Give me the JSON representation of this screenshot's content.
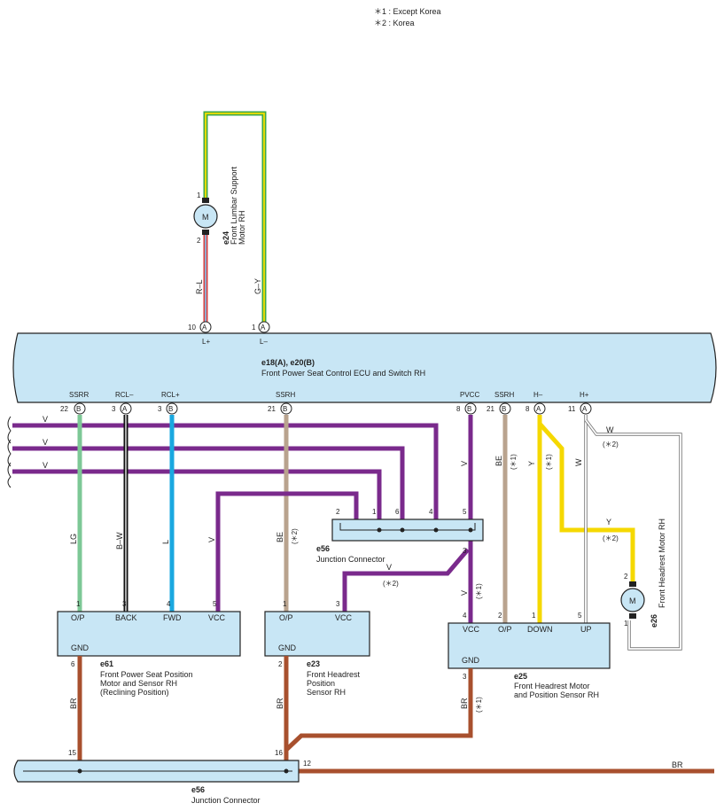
{
  "legend": {
    "note1": "＊1 : Except Korea",
    "note2": "＊2 : Korea"
  },
  "colors": {
    "ecu_fill": "#c8e6f5",
    "wire_violet": "#7a2a8c",
    "wire_lightgreen": "#7dc896",
    "wire_blue": "#1aa8e0",
    "wire_beige": "#b9a38e",
    "wire_yellow": "#f5d800",
    "wire_brown": "#a8502e",
    "wire_black": "#111111"
  },
  "lumbar_motor": {
    "code": "e24",
    "name_line1": "Front Lumbar Support",
    "name_line2": "Motor RH",
    "symbol": "M",
    "pin_top": "1",
    "pin_bottom": "2",
    "wire_left": "R–L",
    "wire_right": "G–Y"
  },
  "ecu": {
    "code": "e18(A), e20(B)",
    "name": "Front Power Seat Control ECU and Switch RH",
    "top_pins": [
      {
        "num": "10",
        "conn": "A",
        "label": "L+"
      },
      {
        "num": "1",
        "conn": "A",
        "label": "L–"
      }
    ],
    "bottom_pins": [
      {
        "num": "22",
        "conn": "B",
        "label": "SSRR"
      },
      {
        "num": "3",
        "conn": "A",
        "label": "RCL–"
      },
      {
        "num": "3",
        "conn": "B",
        "label": "RCL+"
      },
      {
        "num": "21",
        "conn": "B",
        "label": "SSRH"
      },
      {
        "num": "8",
        "conn": "B",
        "label": "PVCC"
      },
      {
        "num": "21",
        "conn": "B",
        "label": "SSRH"
      },
      {
        "num": "8",
        "conn": "A",
        "label": "H–"
      },
      {
        "num": "11",
        "conn": "A",
        "label": "H+"
      }
    ]
  },
  "wire_labels": {
    "v": "V",
    "lg": "LG",
    "bw": "B–W",
    "l": "L",
    "be": "BE",
    "y": "Y",
    "w": "W",
    "br": "BR",
    "note1": "(＊1)",
    "note2": "(＊2)"
  },
  "junction_mid": {
    "code": "e56",
    "name": "Junction Connector",
    "pins": [
      "2",
      "1",
      "6",
      "4",
      "5",
      "3"
    ]
  },
  "e61": {
    "code": "e61",
    "name_line1": "Front Power Seat Position",
    "name_line2": "Motor and Sensor RH",
    "name_line3": "(Reclining Position)",
    "terminals": [
      "O/P",
      "BACK",
      "FWD",
      "VCC"
    ],
    "pins": [
      "1",
      "3",
      "4",
      "5"
    ],
    "gnd": "GND",
    "gnd_pin": "6"
  },
  "e23": {
    "code": "e23",
    "name_line1": "Front Headrest",
    "name_line2": "Position",
    "name_line3": "Sensor RH",
    "terminals": [
      "O/P",
      "VCC"
    ],
    "pins": [
      "1",
      "3"
    ],
    "gnd": "GND",
    "gnd_pin": "2"
  },
  "e25": {
    "code": "e25",
    "name_line1": "Front Headrest Motor",
    "name_line2": "and Position Sensor RH",
    "terminals": [
      "VCC",
      "O/P",
      "DOWN",
      "UP"
    ],
    "pins": [
      "4",
      "2",
      "1",
      "5"
    ],
    "gnd": "GND",
    "gnd_pin": "3"
  },
  "e26": {
    "code": "e26",
    "name": "Front Headrest Motor RH",
    "symbol": "M",
    "pin_top": "2",
    "pin_bottom": "1"
  },
  "junction_bottom": {
    "code": "e56",
    "name": "Junction Connector",
    "pins": [
      "15",
      "16",
      "12"
    ]
  }
}
